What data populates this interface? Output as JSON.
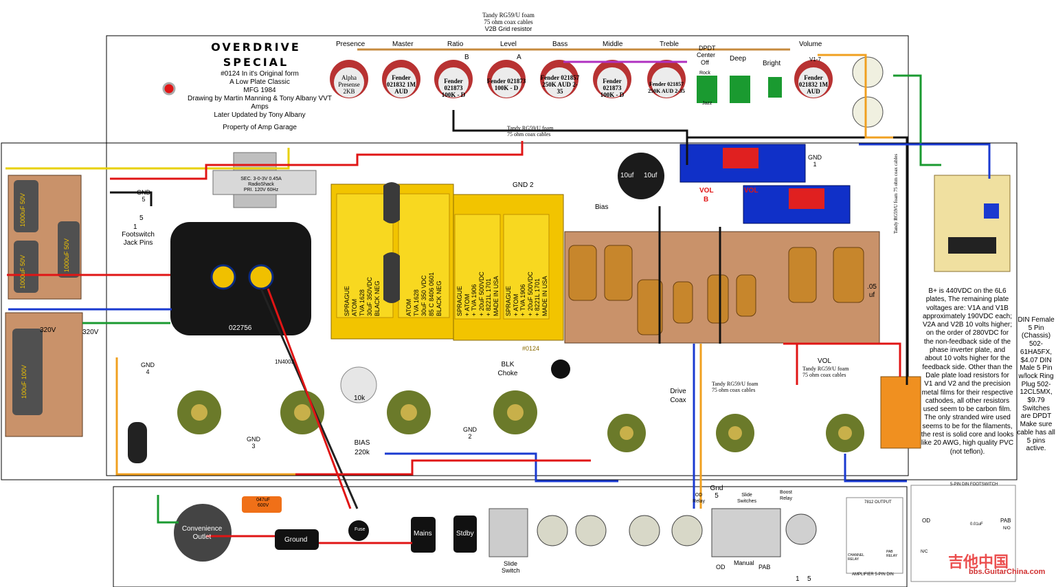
{
  "header": {
    "title_line1": "OVERDRIVE",
    "title_line2": "SPECIAL",
    "info_lines": [
      "#0124 In it's Original form",
      "A Low Plate Classic",
      "MFG 1984",
      "Drawing  by Martin Manning & Tony Albany VVT",
      "Amps",
      "Later Updated by Tony Albany",
      "",
      "Property of Amp Garage"
    ]
  },
  "coax_notes": {
    "top": [
      "Tandy RG59/U foam",
      "75 ohm coax cables",
      "V2B Grid resistor"
    ],
    "mid": [
      "Tandy RG59/U foam",
      "75 ohm coax cables"
    ],
    "drive": [
      "Tandy RG59/U foam",
      "75 ohm coax cables"
    ],
    "vol": [
      "Tandy RG59/U foam",
      "75 ohm coax cables"
    ],
    "side1": "Tandy RG59/U foam",
    "side2": "75 ohm coax cables"
  },
  "front_panel": {
    "labels": [
      "Presence",
      "Master",
      "Ratio",
      "Level",
      "Bass",
      "Middle",
      "Treble",
      "Volume"
    ],
    "pots": [
      {
        "text": "Alpha Presense 2KB"
      },
      {
        "text": "Fender 021832 1M AUD"
      },
      {
        "text": "Fender 021873 100K - D"
      },
      {
        "text": "Fender 021873 100K - D"
      },
      {
        "text": "Fender 021857 250K AUD 2-35"
      },
      {
        "text": "Fender 021873 100K - D"
      },
      {
        "text": "Fender 021857 250K AUD 2-35"
      },
      {
        "text": "Fender 021832 1M AUD"
      }
    ],
    "marks": {
      "b": "B",
      "a": "A"
    },
    "switches": {
      "dpdt": "DPDT",
      "center": "Center",
      "off": "Off",
      "rock": "Rock",
      "jazz": "Jazz",
      "deep": "Deep",
      "bright": "Bright",
      "v17": "V1-7"
    }
  },
  "board_labels": {
    "vol_a": "VOL",
    "vol_b": "VOL",
    "b": "B",
    "gnd1": "GND 1",
    "gnd2": "GND 2",
    "gnd3": "GND 3",
    "gnd4": "GND 4",
    "gnd5_top": "GND 5",
    "gnd5_bottom": "Gnd 5",
    "gnd2_bottom": "GND 2",
    "bias": "Bias",
    "bias_pot": "BIAS 220k",
    "pot_10k": "10k",
    "blk_choke": "BLK Choke",
    "drive_coax": "Drive Coax",
    "vol_lower": "VOL",
    "footswitch": "Footswitch Jack Pins",
    "fs_num1": "5",
    "fs_num2": "1",
    "v320a": "320V",
    "v320b": "320V",
    "d1n4003": "1N4003",
    "trans_text": [
      "SEC. 3-0-3V  0.45A",
      "RadioShack",
      "PRI. 120V 60Hz"
    ],
    "pt_number": "022756",
    "cap_10uf_a": "10uf",
    "cap_10uf_b": "10uf",
    "cap_05uf": ".05 uf",
    "board_number": "#0124",
    "cap_1000uf_a": "1000uF 50V",
    "cap_1000uf_b": "1000uF 50V",
    "cap_1000uf_c": "1000uF 50V",
    "cap_100uf": "100uF 100V",
    "cap_047": "047uF 600V"
  },
  "sprague_caps": [
    [
      "SPRAGUE",
      "ATOM",
      "TVA 1628",
      "30uF 350VDC",
      "BLACK NEG"
    ],
    [
      "ATOM",
      "TVA 1628",
      "30uF 350 VDC",
      "85 C 8406 0601",
      "BLACK NEG"
    ],
    [
      "SPRAGUE",
      "+ ATOM",
      "+ TVA 1906",
      "+ 20uF 500VDC",
      "+ 8221L 1701",
      "MADE IN USA"
    ],
    [
      "SPRAGUE",
      "+ ATOM",
      "+ TVA 1906",
      "+ 20uF 500VDC",
      "+ 8221L 1701",
      "MADE IN USA"
    ]
  ],
  "bottom_panel": {
    "convenience": "Convenience Outlet",
    "ground": "Ground",
    "fuse": "Fuse",
    "mains": "Mains",
    "stdby": "Stdby",
    "slide_switch": "Slide Switch",
    "od_relay": "OD Relay",
    "slide_switches": "Slide Switches",
    "boost_relay": "Boost Relay",
    "od": "OD",
    "manual": "Manual",
    "pab": "PAB",
    "pin1": "1",
    "pin5": "5",
    "output_7812": "7812 OUTPUT",
    "channel_relay": "CHANNEL RELAY",
    "pab_relay": "PAB RELAY",
    "amp_din": "AMPLIFIER 5-PIN DIN",
    "din_title": "5-PIN DIN FOOTSWITCH",
    "din_od": "OD",
    "din_pab": "PAB",
    "din_nc": "N/C",
    "din_no": "N/O",
    "din_cap": "0.01uF"
  },
  "notes_text": "B+ is 440VDC on the 6L6 plates,  The remaining plate voltages are: V1A and V1B approximately 190VDC each; V2A and V2B 10 volts higher; on the order of 280VDC for the non-feedback side of the phase inverter plate, and about 10 volts higher for the feedback side.   Other than the Dale plate load resistors for V1 and V2 and the precision metal films for their respective cathodes, all other resistors used seem to be carbon film. The only stranded wire used seems to be for the filaments, the rest is solid core and looks like 20 AWG, high quality PVC (not teflon).",
  "din_text": "DIN Female 5 Pin (Chassis) 502-61HA5FX, $4.07 DIN Male 5 Pin w/lock Ring Plug 502-12CL5MX, $9.79 Switches are DPDT Make sure cable has all 5 pins active.",
  "watermark": {
    "main": "吉他中国",
    "url": "bbs.GuitarChina.com"
  },
  "colors": {
    "wire_red": "#e01515",
    "wire_black": "#111111",
    "wire_orange": "#f0a020",
    "wire_yellow": "#e8d000",
    "wire_blue": "#1a3ad0",
    "wire_green": "#1a9a30",
    "wire_white": "#dddddd",
    "wire_purple": "#b030c0",
    "board_brown": "#c9926a",
    "cap_yellow": "#f2c400",
    "relay_blue": "#1030c8"
  }
}
